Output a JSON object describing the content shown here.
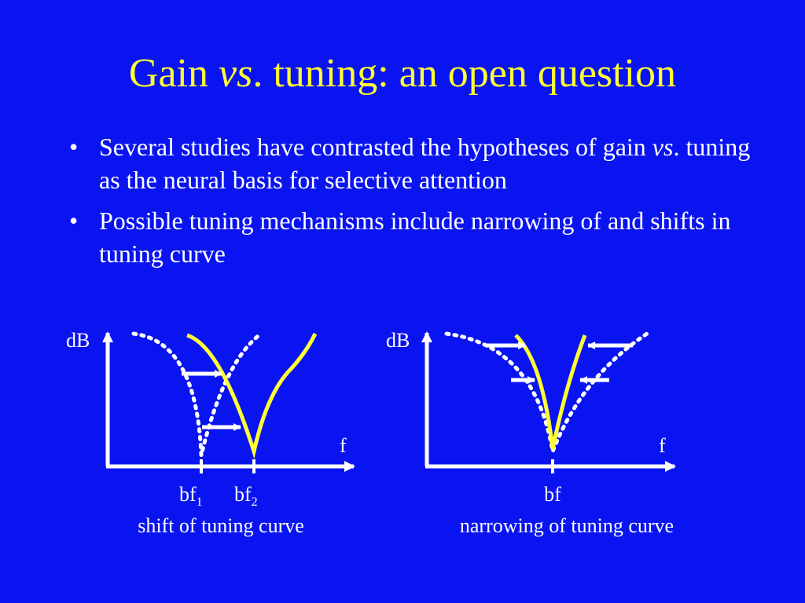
{
  "slide": {
    "title_pre": "Gain ",
    "title_italic": "vs",
    "title_post": ". tuning: an open question",
    "bullets": [
      {
        "symbol": "•",
        "pre": "Several studies have contrasted the hypotheses of gain ",
        "italic": "vs",
        "post": ". tuning as the neural basis for selective attention"
      },
      {
        "symbol": "•",
        "text": "Possible tuning mechanisms include narrowing of and shifts in tuning curve"
      }
    ]
  },
  "diagrams": {
    "shift": {
      "y_label": "dB",
      "x_label": "f",
      "tick1_main": "bf",
      "tick1_sub": "1",
      "tick2_main": "bf",
      "tick2_sub": "2",
      "caption": "shift of tuning curve"
    },
    "narrowing": {
      "y_label": "dB",
      "x_label": "f",
      "tick_label": "bf",
      "caption": "narrowing of tuning curve"
    }
  },
  "colors": {
    "background": "#0a14f0",
    "title": "#ffff33",
    "text": "#ffffff",
    "curve_new": "#ffff33",
    "curve_old": "#ffffff"
  }
}
